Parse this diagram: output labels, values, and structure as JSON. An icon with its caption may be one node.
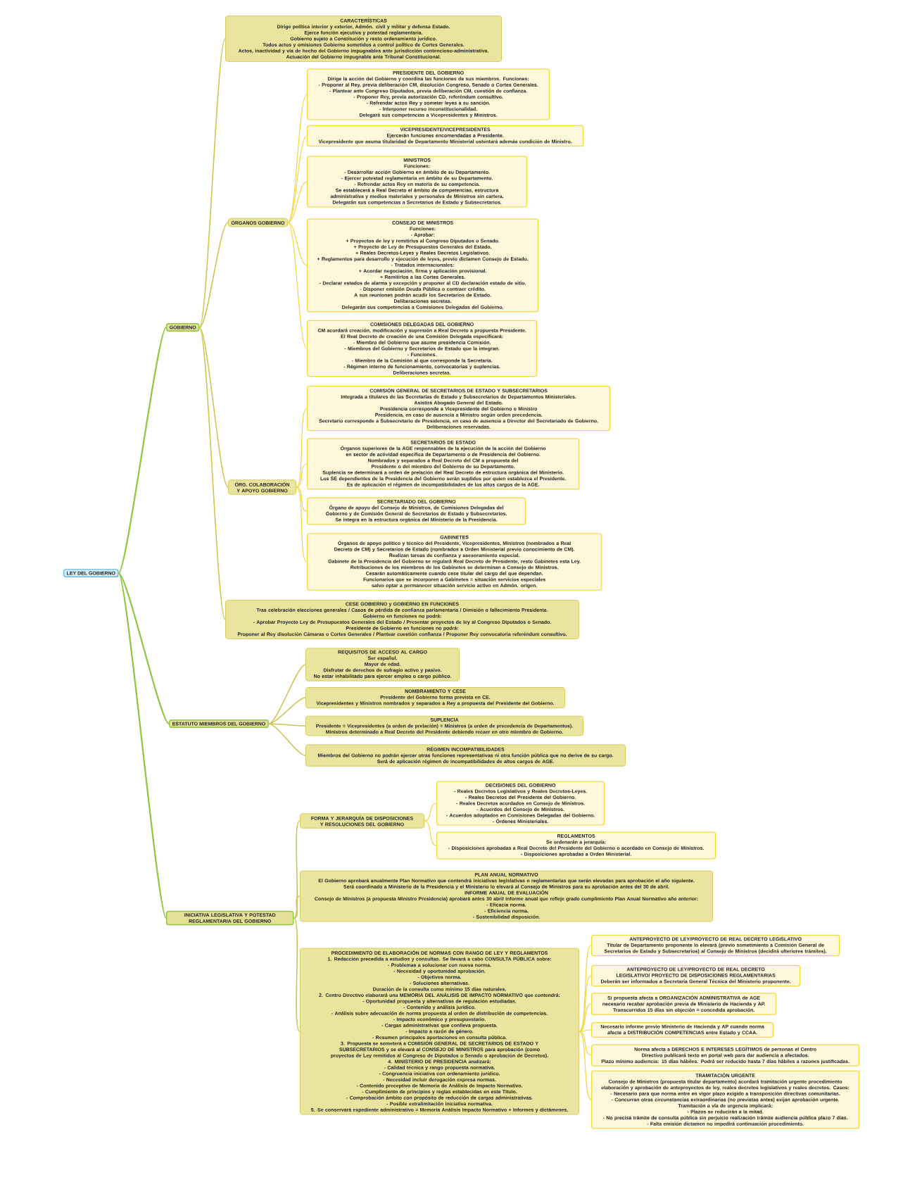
{
  "diagram": {
    "nodes": [
      {
        "text": [
          "LEY DEL GOBIERNO"
        ]
      },
      {
        "text": [
          "GOBIERNO"
        ]
      },
      {
        "text": [
          "CARACTERÍSTICAS",
          "Dirige política interior y exterior, Admón. civil y militar y defensa Estado.",
          "Ejerce función ejecutiva y potestad reglamentaria.",
          "Gobierno sujeto a Constitución y resto ordenamiento jurídico.",
          "Todos actos y omisiones Gobierno sometidos a control político de Cortes Generales.",
          "Actos, inactividad y vía de hecho del Gobierno impugnables ante jurisdicción contencioso-administrativa.",
          "Actuación del Gobierno impugnable ante Tribunal Constitucional."
        ]
      },
      {
        "text": [
          "ÓRGANOS GOBIERNO"
        ]
      },
      {
        "text": [
          "PRESIDENTE DEL GOBIERNO",
          "Dirige la acción del Gobierno y coordina las funciones de sus miembros. Funciones:",
          "- Proponer al Rey, previa deliberación CM, disolución Congreso, Senado o Cortes Generales.",
          "- Plantear ante Congreso Diputados, previa deliberación CM, cuestión de confianza.",
          "- Proponer Rey, previa autorización CD, referéndum consultivo.",
          "- Refrendar actos Rey y someter leyes a su sanción.",
          "- Interponer recurso inconstitucionalidad.",
          "Delegará sus competencias a Vicepresidentes y Ministros."
        ]
      },
      {
        "text": [
          "VICEPRESIDENTE/VICEPRESIDENTES",
          "Ejercerán funciones encomendadas a Presidente.",
          "Vicepresidente que asuma titularidad de Departamento Ministerial ostentará además condición de Ministro."
        ]
      },
      {
        "text": [
          "MINISTROS",
          "Funciones:",
          "- Desarrollar acción Gobierno en ámbito de su Departamento.",
          "- Ejercer potestad reglamentaria en ámbito de su Departamento.",
          "- Refrendar actos Rey en materia de su competencia.",
          "Se establecerá a Real Decreto el ámbito de competencias, estructura administrativa y medios materiales y personales de Ministros sin cartera.",
          "Delegarán sus competencias a Secretarios de Estado y Subsecretarios."
        ]
      },
      {
        "text": [
          "CONSEJO DE MINISTROS",
          "Funciones:",
          "- Aprobar:",
          "+ Proyectos de ley y remitirlos al Congreso Diputados o Senado.",
          "+ Proyecto de Ley de Presupuestos Generales del Estado.",
          "+ Reales Decretos-Leyes y Reales Decretos Legislativos.",
          "+ Reglamentos para desarrollo y ejecución de leyes, previo dictamen Consejo de Estado.",
          "- Tratados internacionales:",
          "+ Acordar negociación, firma y aplicación provisional.",
          "+ Remitirlos a las Cortes Generales.",
          "- Declarar estados de alarma y excepción y proponer al CD declaración estado de sitio.",
          "- Disponer emisión Deuda Pública o contraer crédito.",
          "A sus reuniones podrán acudir los Secretarios de Estado.",
          "Deliberaciones secretas.",
          "Delegarán sus competencias a Comisiones Delegadas del Gobierno."
        ]
      },
      {
        "text": [
          "COMISIONES DELEGADAS DEL GOBIERNO",
          "CM acordará creación, modificación y supresión a Real Decreto a propuesta Presidente.",
          "El Real Decreto de creación de una Comisión Delegada especificará:",
          "- Miembro del Gobierno que asume presidencia Comisión.",
          "- Miembros del Gobierno y Secretarios de Estado que la integran.",
          "- Funciones.",
          "- Miembro de la Comisión al que corresponde la Secretaría.",
          "- Régimen interno de funcionamiento, convocatorias y suplencias.",
          "Deliberaciones secretas."
        ]
      },
      {
        "text": [
          "ÓRG. COLABORACIÓN Y APOYO GOBIERNO"
        ]
      },
      {
        "text": [
          "COMISIÓN GENERAL DE SECRETARIOS DE ESTADO Y SUBSECRETARIOS",
          "Integrada a titulares de las Secretarías de Estado y Subsecretarios de Departamentos Ministeriales.",
          "Asistirá Abogado General del Estado.",
          "Presidencia corresponde a Vicepresidente del Gobierno o Ministro Presidencia, en caso de ausencia a Ministro según orden precedencia.",
          "Secretario corresponde a Subsecretario de Presidencia, en caso de ausencia a Director del Secretariado de Gobierno.",
          "Deliberaciones reservadas."
        ]
      },
      {
        "text": [
          "SECRETARIOS DE ESTADO",
          "Órganos superiores de la AGE responsables de la ejecución de la acción del Gobierno en sector de actividad específica de Departamento o de Presidencia del Gobierno.",
          "Nombrados y separados a Real Decreto del CM a propuesta del Presidente o del miembro del Gobierno de su Departamento.",
          "Suplencia se determinará a orden de prelación del Real Decreto de estructura orgánica del Ministerio.",
          "Los SE dependientes de la Presidencia del Gobierno serán suplidos por quien establezca el Presidente.",
          "Es de aplicación el régimen de incompatibilidades de los altos cargos de la AGE."
        ]
      },
      {
        "text": [
          "SECRETARIADO DEL GOBIERNO",
          "Órgano de apoyo del Consejo de Ministros, de Comisiones Delegadas del Gobierno y de Comisión General de Secretarios de Estado y Subsecretarios.",
          "Se integra en la estructura orgánica del Ministerio de la Presidencia."
        ]
      },
      {
        "text": [
          "GABINETES",
          "Órganos de apoyo político y técnico del Presidente, Vicepresidentes, Ministros (nombrados a Real Decreto de CM) y Secretarios de Estado (nombrados a Orden Ministerial previo conocimiento de CM).",
          "Realizan tareas de confianza y asesoramiento especial.",
          "Gabinete de la Presidencia del Gobierno se regulará Real Decreto de Presidente, resto Gabinetes esta Ley.",
          "Retribuciones de los miembros de los Gabinetes se determinan a Consejo de Ministros.",
          "Cesarán automáticamente cuando cese titular del cargo del que dependan.",
          "Funcionarios que se incorporen a Gabinetes = situación servicios especiales salvo optar a permanecer situación servicio activo en Admón. origen."
        ]
      },
      {
        "text": [
          "CESE GOBIERNO y GOBIERNO EN FUNCIONES",
          "Tras celebración elecciones generales / Casos de pérdida de confianza parlamentaria / Dimisión o fallecimiento Presidente.",
          "Gobierno en funciones no podrá:",
          "- Aprobar Proyecto Ley de Presupuestos Generales del Estado / Presentar proyectos de ley al Congreso Diputados o Senado.",
          "Presidente de Gobierno en funciones no podrá:",
          "Proponer al Rey disolución Cámaras o Cortes Generales / Plantear cuestión confianza / Proponer Rey convocatoria referéndum consultivo."
        ]
      },
      {
        "text": [
          "ESTATUTO MIEMBROS DEL GOBIERNO"
        ]
      },
      {
        "text": [
          "REQUISITOS DE ACCESO AL CARGO",
          "Ser español.",
          "Mayor de edad.",
          "Disfrutar de derechos de sufragio activo y pasivo.",
          "No estar inhabilitado para ejercer empleo o cargo público."
        ]
      },
      {
        "text": [
          "NOMBRAMIENTO Y CESE",
          "Presidente del Gobierno forma prevista en CE.",
          "Vicepresidentes y Ministros nombrados y separados a Rey a propuesta del Presidente del Gobierno."
        ]
      },
      {
        "text": [
          "SUPLENCIA",
          "Presidente = Vicepresidentes (a orden de prelación) = Ministros (a orden de precedencia de Departamentos).",
          "Ministros determinado a Real Decreto del Presidente debiendo recaer en otro miembro de Gobierno."
        ]
      },
      {
        "text": [
          "RÉGIMEN INCOMPATIBILIDADES",
          "Miembros del Gobierno no podrán ejercer otras funciones representativas ni otra función pública que no derive de su cargo.",
          "Será de aplicación régimen de incompatibilidades de altos cargos de AGE."
        ]
      },
      {
        "text": [
          "INICIATIVA LEGISLATIVA Y POTESTAD REGLAMENTARIA DEL GOBIERNO"
        ]
      },
      {
        "text": [
          "FORMA Y JERARQUÍA DE DISPOSICIONES Y RESOLUCIONES DEL GOBIERNO"
        ]
      },
      {
        "text": [
          "DECISIONES DEL GOBIERNO",
          "- Reales Decretos Legislativos y Reales Decretos-Leyes.",
          "- Reales Decretos del Presidente del Gobierno.",
          "- Reales Decretos acordados en Consejo de Ministros.",
          "- Acuerdos del Consejo de Ministros.",
          "- Acuerdos adoptados en Comisiones Delegadas del Gobierno.",
          "- Órdenes Ministeriales."
        ]
      },
      {
        "text": [
          "REGLAMENTOS",
          "Se ordenarán a jerarquía:",
          "- Disposiciones aprobadas a Real Decreto del Presidente del Gobierno o acordado en Consejo de Ministros.",
          "- Disposiciones aprobadas a Orden Ministerial."
        ]
      },
      {
        "text": [
          "PLAN ANUAL NORMATIVO",
          "El Gobierno aprobará anualmente Plan Normativo que contendrá iniciativas legislativas o reglamentarias que serán elevadas para aprobación el año siguiente.",
          "Será coordinado a Ministerio de la Presidencia y el Ministerio lo elevará al Consejo de Ministros para su aprobación antes del 30 de abril.",
          "INFORME ANUAL DE EVALUACIÓN",
          "Consejo de Ministros (a propuesta Ministro Presidencia) aprobará antes 30 abril informe anual que refleje grado cumplimiento Plan Anual Normativo año anterior:",
          "- Eficacia norma.",
          "- Eficiencia norma.",
          "- Sostenibilidad disposición."
        ]
      },
      {
        "text": [
          "PROCEDIMIENTO DE ELABORACIÓN DE NORMAS CON RANGO DE LEY Y REGLAMENTOS",
          "1. Redacción precedida a estudios y consultas. Se llevará a cabo CONSULTA PÚBLICA sobre:",
          "- Problemas a solucionar con nueva norma.",
          "- Necesidad y oportunidad aprobación.",
          "- Objetivos norma.",
          "- Soluciones alternativas.",
          "Duración de la consulta como mínimo 15 días naturales.",
          "2. Centro Directivo elaborará una MEMORIA DEL ANÁLISIS DE IMPACTO NORMATIVO que contendrá:",
          "- Oportunidad propuesta y alternativas de regulación estudiadas.",
          "- Contenido y análisis jurídico.",
          "- Análisis sobre adecuación de norma propuesta al orden de distribución de competencias.",
          "- Impacto económico y presupuestario.",
          "- Cargas administrativas que conlleva propuesta.",
          "- Impacto a razón de género.",
          "- Resumen principales aportaciones en consulta pública.",
          "3. Propuesta se someterá a COMISIÓN GENERAL DE SECRETARIOS DE ESTADO Y SUBSECRETARIOS y se elevará al CONSEJO DE MINISTROS para aprobación (como proyectos de Ley remitidos al Congreso de Diputados o Senado o aprobación de Decretos).",
          "4. MINISTERIO DE PRESIDENCIA analizará:",
          "- Calidad técnica y rango propuesta normativa.",
          "- Congruencia iniciativa con ordenamiento jurídico.",
          "- Necesidad incluir derogación expresa normas.",
          "- Contenido preceptivo de Memoria de Análisis de Impacto Normativo.",
          "- Cumplimiento de principios y reglas establecidas en este Título.",
          "- Comprobación ámbito con propósito de reducción de cargas administrativas.",
          "- Posible extralimitación iniciativa normativa.",
          "5. Se conservará expediente administrativo = Memoria Análisis Impacto Normativo + Informes y dictámenes."
        ]
      },
      {
        "text": [
          "ANTEPROYECTO DE LEY/PROYECTO DE REAL DECRETO LEGISLATIVO",
          "Titular de Departamento proponente lo elevará (previo sometimiento a Comisión General de Secretarios de Estado y Subsecretarios) al Consejo de Ministros (decidirá ulteriores trámites)."
        ]
      },
      {
        "text": [
          "ANTEPROYECTO DE LEY/PROYECTO DE REAL DECRETO LEGISLATIVO/ PROYECTO DE DISPOSICIONES REGLAMENTARIAS",
          "Deberán ser informados a Secretaría General Técnica del Ministerio proponente."
        ]
      },
      {
        "text": [
          "Si propuesta afecta a ORGANIZACIÓN ADMINISTRATIVA de AGE necesario recabar aprobación previa de Ministerio de Hacienda y AP.",
          "Transcurridos 15 días sin objeción = concedida aprobación."
        ]
      },
      {
        "text": [
          "Necesario informe previo Ministerio de Hacienda y AP cuando norma afecte a DISTRIBUCIÓN COMPETENCIAS entre Estado y CCAA."
        ]
      },
      {
        "text": [
          "Norma afecta a DERECHOS E INTERESES LEGÍTIMOS de personas el Centro Directivo publicará texto en portal web para dar audiencia a afectados.",
          "Plazo mínimo audiencia: 15 días hábiles. Podrá ser reducido hasta 7 días hábiles a razones justificadas."
        ]
      },
      {
        "text": [
          "TRAMITACIÓN URGENTE",
          "Consejo de Ministros (propuesta titular departamento) acordará tramitación urgente procedimiento elaboración y aprobación de anteproyectos de ley, reales decretos legislativos y reales decretos. Casos:",
          "- Necesario para que norma entre en vigor plazo exigido a transposición directivas comunitarias.",
          "- Concurran otras circunstancias extraordinarias (no previstas antes) exijan aprobación urgente.",
          "Tramitación a vía de urgencia implicará:",
          "- Plazos se reducirán a la mitad.",
          "- No precisa trámite de consulta pública sin perjuicio realización trámite audiencia pública plazo 7 días.",
          "- Falta emisión dictamen no impedirá continuación procedimiento."
        ]
      }
    ],
    "edges": [
      {
        "from": 0,
        "to": 1,
        "arrow": "none",
        "color": "#8dc63f"
      },
      {
        "from": 1,
        "to": 2,
        "arrow": "none",
        "color": "#cfc452"
      },
      {
        "from": 1,
        "to": 3,
        "arrow": "none",
        "color": "#cfc452"
      },
      {
        "from": 3,
        "to": 4,
        "arrow": "none"
      },
      {
        "from": 3,
        "to": 5,
        "arrow": "none"
      },
      {
        "from": 3,
        "to": 6,
        "arrow": "none"
      },
      {
        "from": 3,
        "to": 7,
        "arrow": "none"
      },
      {
        "from": 3,
        "to": 8,
        "arrow": "none"
      },
      {
        "from": 1,
        "to": 9,
        "arrow": "none",
        "color": "#cfc452"
      },
      {
        "from": 9,
        "to": 10,
        "arrow": "none"
      },
      {
        "from": 9,
        "to": 11,
        "arrow": "none"
      },
      {
        "from": 9,
        "to": 12,
        "arrow": "none"
      },
      {
        "from": 9,
        "to": 13,
        "arrow": "none"
      },
      {
        "from": 1,
        "to": 14,
        "arrow": "none",
        "color": "#cfc452"
      },
      {
        "from": 0,
        "to": 15,
        "arrow": "none",
        "color": "#8dc63f"
      },
      {
        "from": 15,
        "to": 16,
        "arrow": "none",
        "color": "#cfc452"
      },
      {
        "from": 15,
        "to": 17,
        "arrow": "none",
        "color": "#cfc452"
      },
      {
        "from": 15,
        "to": 18,
        "arrow": "none",
        "color": "#cfc452"
      },
      {
        "from": 15,
        "to": 19,
        "arrow": "none",
        "color": "#cfc452"
      },
      {
        "from": 0,
        "to": 20,
        "arrow": "none",
        "color": "#8dc63f"
      },
      {
        "from": 20,
        "to": 21,
        "arrow": "none",
        "color": "#cfc452"
      },
      {
        "from": 21,
        "to": 22,
        "arrow": "none"
      },
      {
        "from": 21,
        "to": 23,
        "arrow": "none"
      },
      {
        "from": 20,
        "to": 24,
        "arrow": "none",
        "color": "#cfc452"
      },
      {
        "from": 20,
        "to": 25,
        "arrow": "none",
        "color": "#cfc452"
      },
      {
        "from": 25,
        "to": 26,
        "arrow": "none"
      },
      {
        "from": 25,
        "to": 27,
        "arrow": "none"
      },
      {
        "from": 25,
        "to": 28,
        "arrow": "none"
      },
      {
        "from": 25,
        "to": 29,
        "arrow": "none"
      },
      {
        "from": 25,
        "to": 30,
        "arrow": "none"
      },
      {
        "from": 25,
        "to": 31,
        "arrow": "none"
      }
    ]
  }
}
